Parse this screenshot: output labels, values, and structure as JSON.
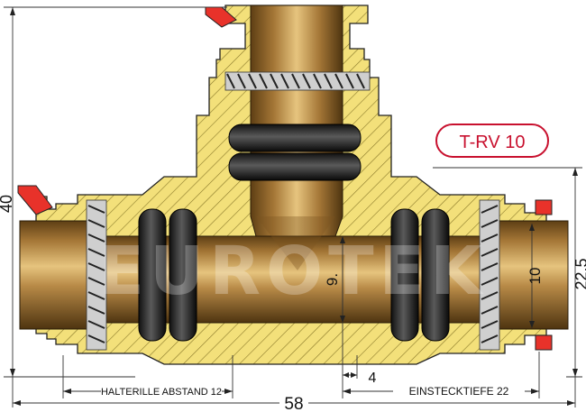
{
  "badge": {
    "text": "T-RV 10"
  },
  "watermark": {
    "text": "EUROTEK"
  },
  "dimensions": {
    "overall_height": "40",
    "right_height": "22.5",
    "overall_length": "58",
    "bore": "9.",
    "pipe_od": "10",
    "offset": "4",
    "retainer_spacing": "HALTERILLE ABSTAND 12",
    "insertion_depth": "EINSTECKTIEFE 22"
  },
  "colors": {
    "body_fill": "#f3e07a",
    "hatch": "#8a7a2a",
    "brass": "#a87c3a",
    "red_ring": "#e8322a",
    "badge_red": "#c8102e"
  }
}
